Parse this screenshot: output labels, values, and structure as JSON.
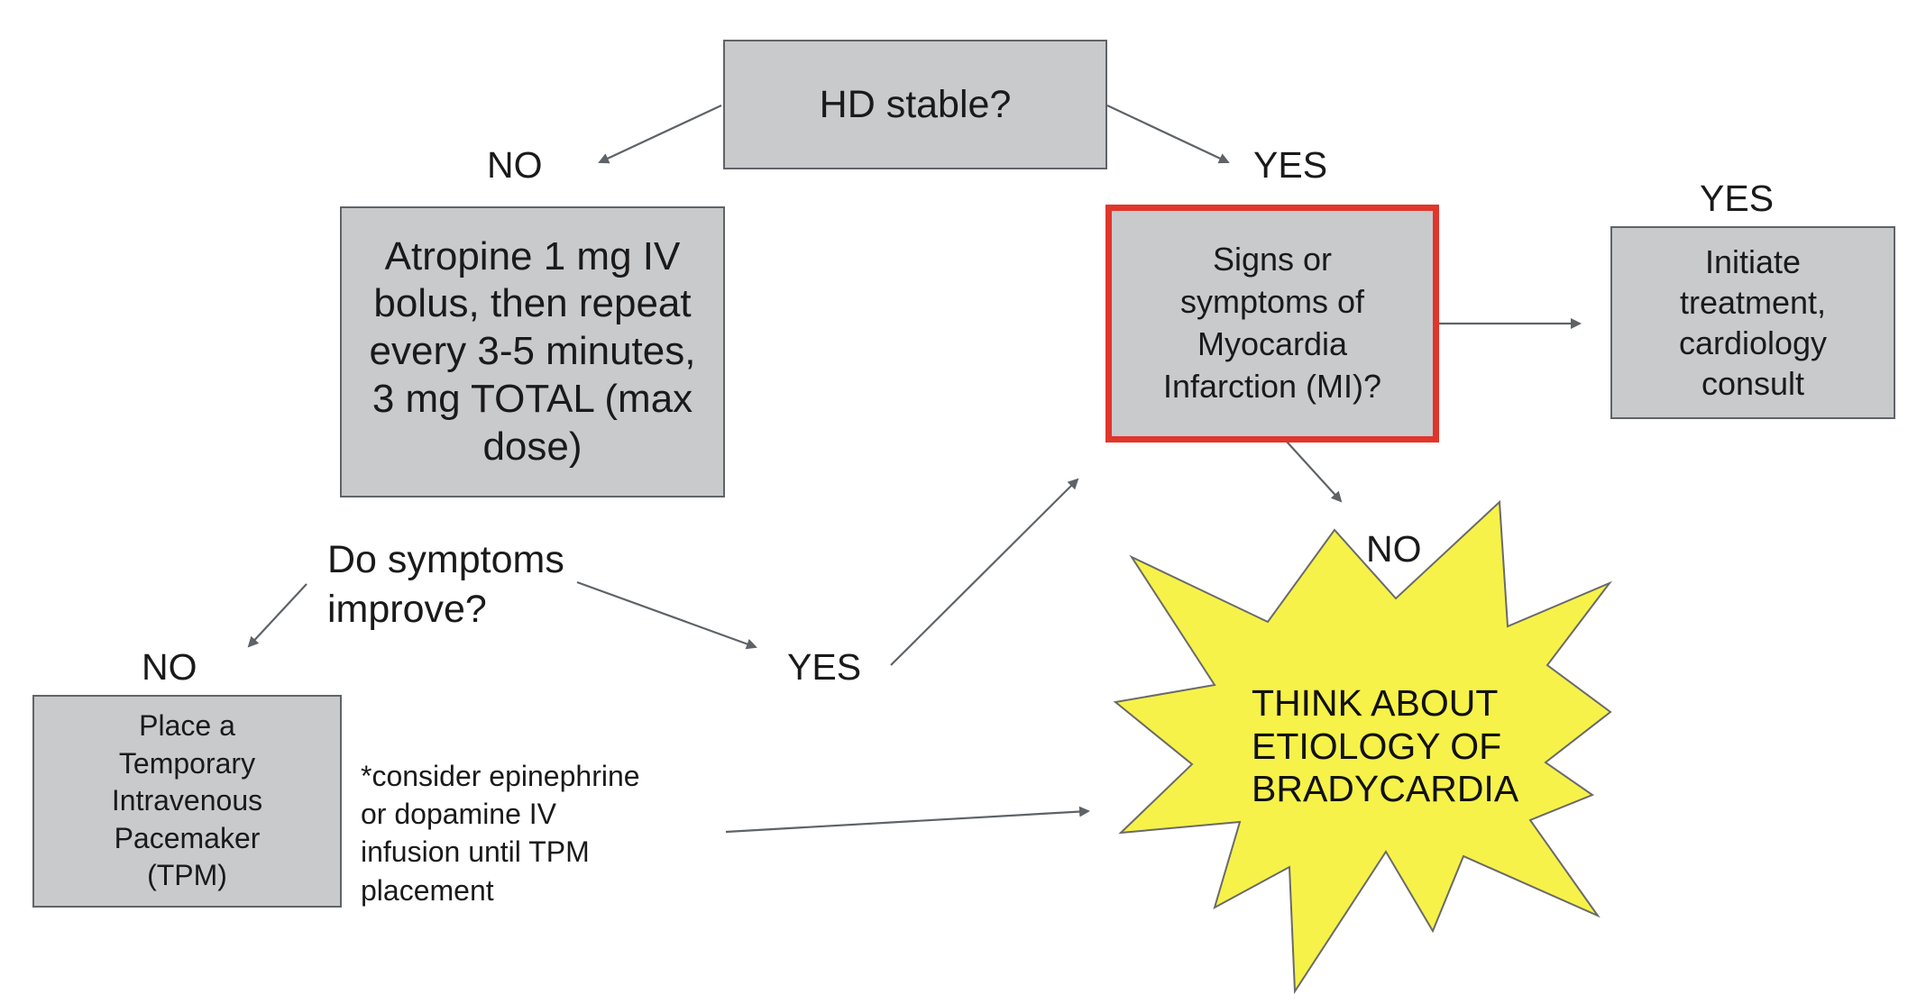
{
  "nodes": {
    "hd_stable": {
      "text": "HD stable?"
    },
    "atropine": {
      "text": "Atropine 1 mg IV\nbolus, then repeat\nevery 3-5 minutes,\n3 mg TOTAL (max\ndose)"
    },
    "mi_question": {
      "text": "Signs or\nsymptoms of\nMyocardia\nInfarction (MI)?"
    },
    "initiate_treatment": {
      "text": "Initiate\ntreatment,\ncardiology\nconsult"
    },
    "pacemaker": {
      "text": "Place a\nTemporary\nIntravenous\nPacemaker\n(TPM)"
    },
    "symptoms_improve": {
      "text": "Do symptoms\nimprove?"
    },
    "consider_note": {
      "text": "*consider epinephrine\nor dopamine IV\ninfusion until TPM\nplacement"
    },
    "etiology_burst": {
      "text": "THINK ABOUT\nETIOLOGY OF\nBRADYCARDIA"
    }
  },
  "edge_labels": {
    "hd_no": "NO",
    "hd_yes": "YES",
    "mi_yes": "YES",
    "mi_no": "NO",
    "improve_no": "NO",
    "improve_yes": "YES"
  },
  "colors": {
    "box_fill": "#c9cacc",
    "box_border": "#5f6468",
    "highlight_border": "#e0362c",
    "burst_fill": "#f6f24a",
    "arrow": "#5d6367"
  }
}
